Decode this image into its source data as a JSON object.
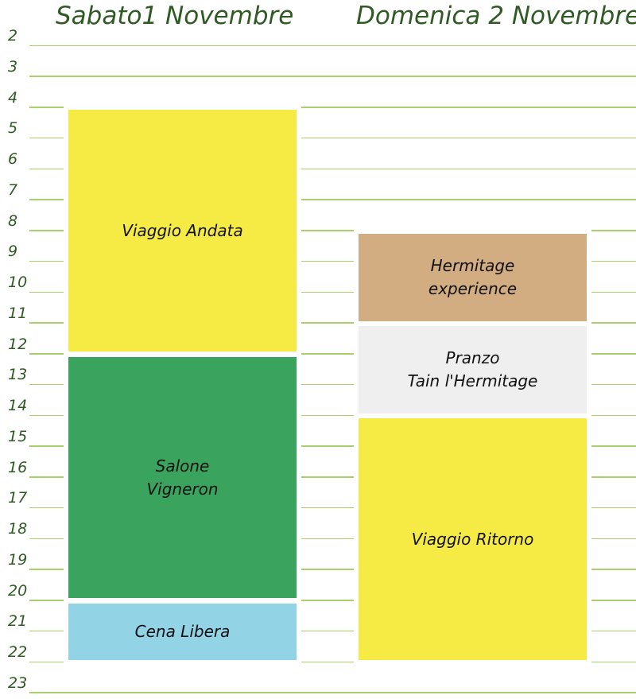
{
  "days": [
    {
      "title": "Sabato1 Novembre"
    },
    {
      "title": "Domenica 2 Novembre"
    }
  ],
  "hours": [
    "2",
    "3",
    "4",
    "5",
    "6",
    "7",
    "8",
    "9",
    "10",
    "11",
    "12",
    "13",
    "14",
    "15",
    "16",
    "17",
    "18",
    "19",
    "20",
    "21",
    "22",
    "23"
  ],
  "events": [
    {
      "label": "Viaggio Andata",
      "color": "#f6ea45"
    },
    {
      "label": "Salone\nVigneron",
      "color": "#3aa35d"
    },
    {
      "label": "Cena Libera",
      "color": "#92d4e5"
    },
    {
      "label": "Hermitage\nexperience",
      "color": "#d3ad82"
    },
    {
      "label": "Pranzo\nTain l'Hermitage",
      "color": "#efefef"
    },
    {
      "label": "Viaggio Ritorno",
      "color": "#f6ea45"
    }
  ]
}
